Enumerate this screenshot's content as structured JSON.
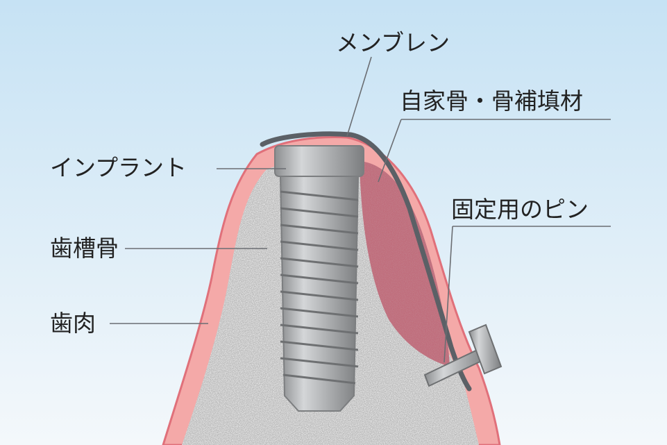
{
  "labels": {
    "membrane": "メンブレン",
    "bone_graft": "自家骨・骨補填材",
    "implant": "インプラント",
    "fixation_pin": "固定用のピン",
    "alveolar_bone": "歯槽骨",
    "gum": "歯肉"
  },
  "colors": {
    "background_top": "#c6e2f4",
    "background_bottom": "#f4f8fb",
    "gum": "#f4a9a8",
    "gum_outline": "#e0707a",
    "bone": "#b9b9b9",
    "graft": "#c06c7a",
    "implant": "#a4a6a8",
    "membrane": "#5b6066",
    "leader_line": "#6a6d72"
  }
}
